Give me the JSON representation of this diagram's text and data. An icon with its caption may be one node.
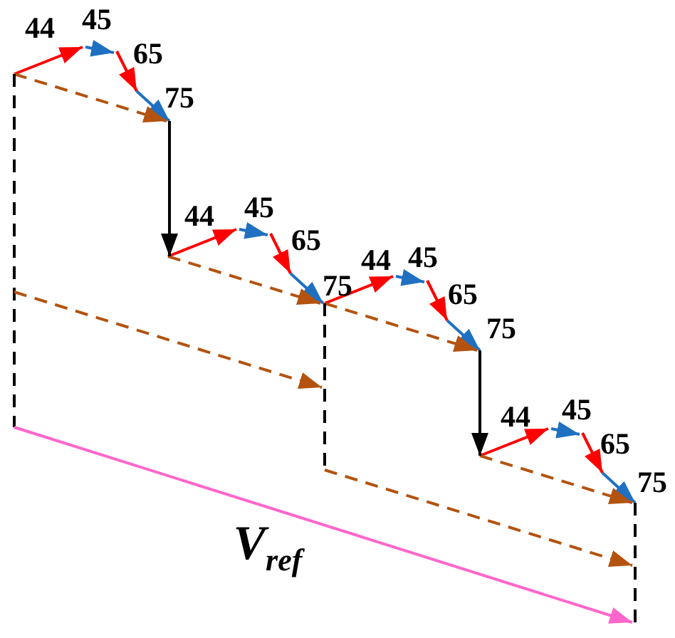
{
  "diagram": {
    "labels": [
      "44",
      "45",
      "65",
      "75",
      "44",
      "45",
      "65",
      "75",
      "44",
      "45",
      "65",
      "75",
      "44",
      "45",
      "65",
      "75",
      "V$_{ref}$"
    ]
  }
}
